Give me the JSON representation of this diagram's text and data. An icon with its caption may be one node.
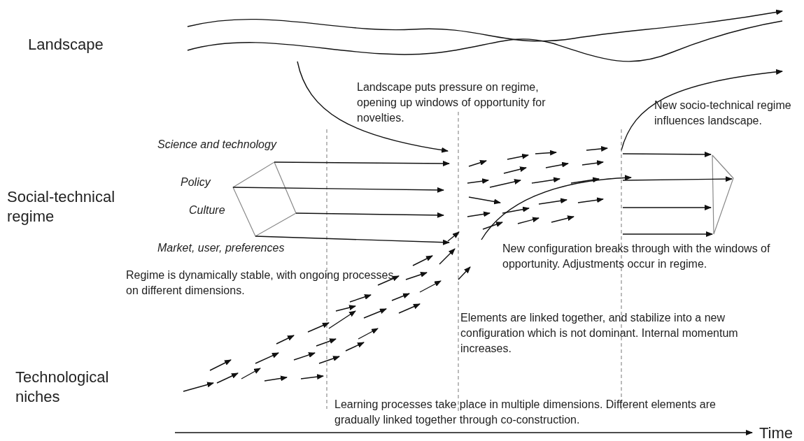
{
  "diagram": {
    "labels": [
      "Landscape",
      "Landscape puts pressure on regime, opening up windows of opportunity for novelties.",
      "New socio-technical regime influences landscape.",
      "Science and technology",
      "Social-technical regime",
      "Policy",
      "Culture",
      "Market, user, preferences",
      "New configuration breaks through with the windows of opportunity. Adjustments occur in regime.",
      "Regime is dynamically stable, with ongoing processes on different dimensions.",
      "Elements are linked together, and stabilize into a new configuration which is not dominant. Internal momentum increases.",
      "Technological niches",
      "Learning processes take place in multiple dimensions. Different elements are gradually linked together through co-construction.",
      "Time"
    ]
  }
}
